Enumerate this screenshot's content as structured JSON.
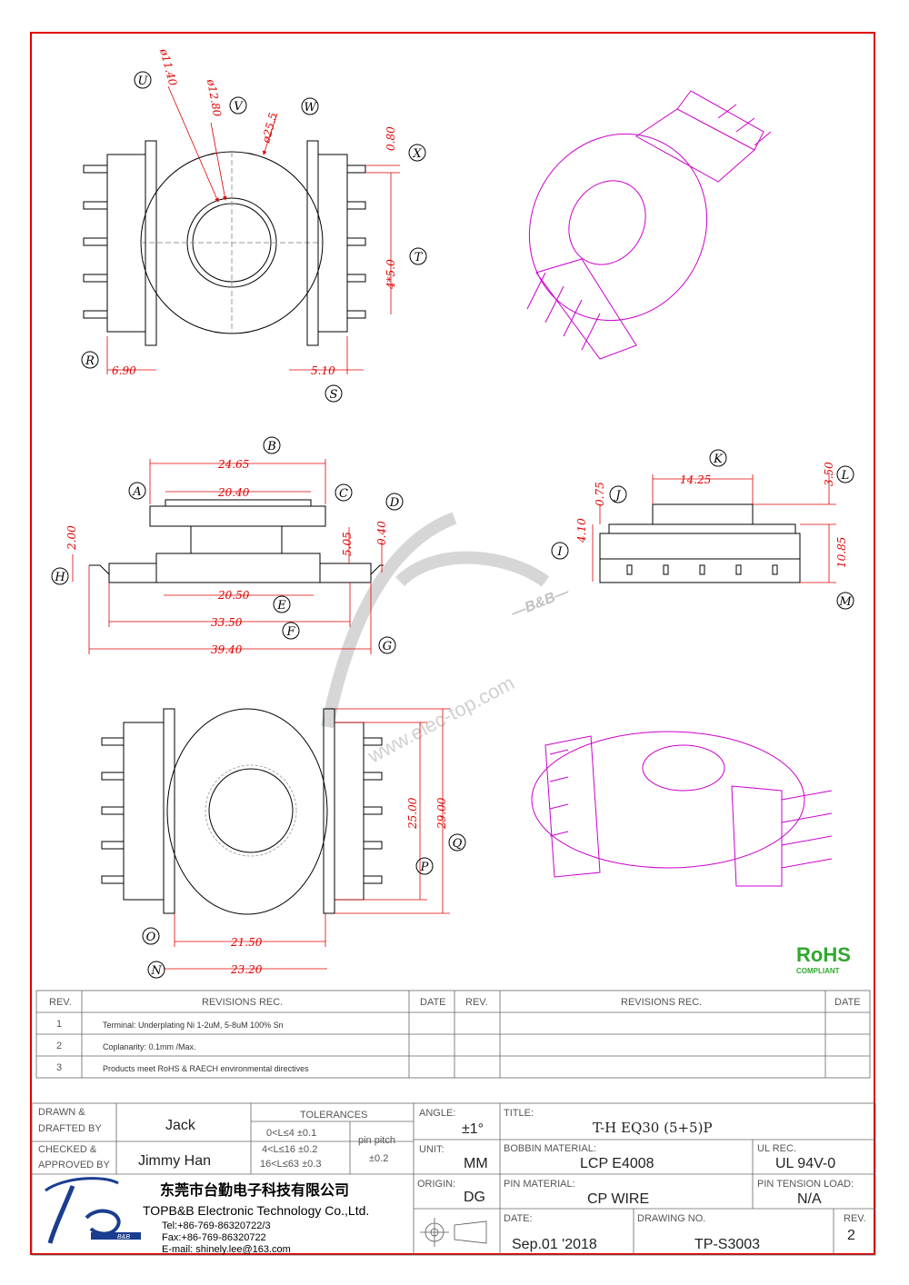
{
  "dimensions": {
    "top_view": {
      "phi_inner": "ø11.40",
      "phi_mid": "ø12.80",
      "phi_outer": "ø25.5",
      "pin_w": "0.80",
      "pitch": "4*5.0",
      "left_off": "6.90",
      "right_off": "5.10"
    },
    "front_view": {
      "b": "24.65",
      "a": "20.40",
      "e": "20.50",
      "f": "33.50",
      "g": "39.40",
      "h": "2.00",
      "c": "5.05",
      "d": "0.40"
    },
    "side_view": {
      "k": "14.25",
      "j": "0.75",
      "i": "4.10",
      "l": "3.50",
      "m": "10.85"
    },
    "bottom_view": {
      "o": "21.50",
      "n": "23.20",
      "p": "25.00",
      "q": "29.00"
    }
  },
  "labels": {
    "U": "U",
    "V": "V",
    "W": "W",
    "X": "X",
    "T": "T",
    "R": "R",
    "S": "S",
    "A": "A",
    "B": "B",
    "C": "C",
    "D": "D",
    "E": "E",
    "F": "F",
    "G": "G",
    "H": "H",
    "I": "I",
    "J": "J",
    "K": "K",
    "L": "L",
    "M": "M",
    "N": "N",
    "O": "O",
    "P": "P",
    "Q": "Q"
  },
  "watermark": {
    "url": "www.elec-top.com",
    "brand": "—B&B—"
  },
  "rohs": {
    "title": "RoHS",
    "sub": "COMPLIANT"
  },
  "revisions": {
    "headers": {
      "rev": "REV.",
      "rec": "REVISIONS   REC.",
      "date": "DATE"
    },
    "rows": [
      {
        "rev": "1",
        "text": "Terminal: Underplating Ni 1-2uM, 5-8uM 100% Sn"
      },
      {
        "rev": "2",
        "text": "Coplanarity: 0.1mm  /Max."
      },
      {
        "rev": "3",
        "text": "Products meet RoHS & RAECH environmental directives"
      }
    ]
  },
  "title_block": {
    "drawn_label1": "DRAWN &",
    "drawn_label2": "DRAFTED BY",
    "drawn_by": "Jack",
    "checked_label1": "CHECKED &",
    "checked_label2": "APPROVED BY",
    "checked_by": "Jimmy Han",
    "tolerances_label": "TOLERANCES",
    "tol1": "0<L≤4   ±0.1",
    "tol2": "4<L≤16  ±0.2",
    "tol3": "16<L≤63 ±0.3",
    "pin_pitch_label": "pin pitch",
    "pin_pitch": "±0.2",
    "angle_label": "ANGLE:",
    "angle": "±1°",
    "unit_label": "UNIT:",
    "unit": "MM",
    "origin_label": "ORIGIN:",
    "origin": "DG",
    "title_label": "TITLE:",
    "title": "T-H EQ30 (5+5)P",
    "bobbin_label": "BOBBIN MATERIAL:",
    "bobbin": "LCP E4008",
    "ul_label": "UL REC.",
    "ul": "UL 94V-0",
    "pin_mat_label": "PIN MATERIAL:",
    "pin_mat": "CP WIRE",
    "tension_label": "PIN TENSION LOAD:",
    "tension": "N/A",
    "date_label": "DATE:",
    "date": "Sep.01 '2018",
    "drawing_no_label": "DRAWING NO.",
    "drawing_no": "TP-S3003",
    "rev_label": "REV.",
    "rev": "2"
  },
  "company": {
    "name_cn": "东莞市台勤电子科技有限公司",
    "name_en": "TOPB&B Electronic Technology Co.,Ltd.",
    "tel": "Tel:+86-769-86320722/3",
    "fax": "Fax:+86-769-86320722",
    "email": "E-mail: shinely.lee@163.com",
    "logo_text": "B&B"
  }
}
